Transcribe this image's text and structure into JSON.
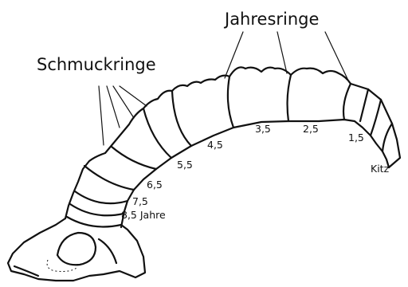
{
  "diagram": {
    "title_left": "Schmuckringe",
    "title_right": "Jahresringe",
    "age_labels": [
      {
        "id": "kitz",
        "text": "Kitz"
      },
      {
        "id": "age-1-5",
        "text": "1,5"
      },
      {
        "id": "age-2-5",
        "text": "2,5"
      },
      {
        "id": "age-3-5",
        "text": "3,5"
      },
      {
        "id": "age-4-5",
        "text": "4,5"
      },
      {
        "id": "age-5-5",
        "text": "5,5"
      },
      {
        "id": "age-6-5",
        "text": "6,5"
      },
      {
        "id": "age-7-5",
        "text": "7,5"
      },
      {
        "id": "age-8-5",
        "text": "8,5 Jahre"
      }
    ]
  }
}
